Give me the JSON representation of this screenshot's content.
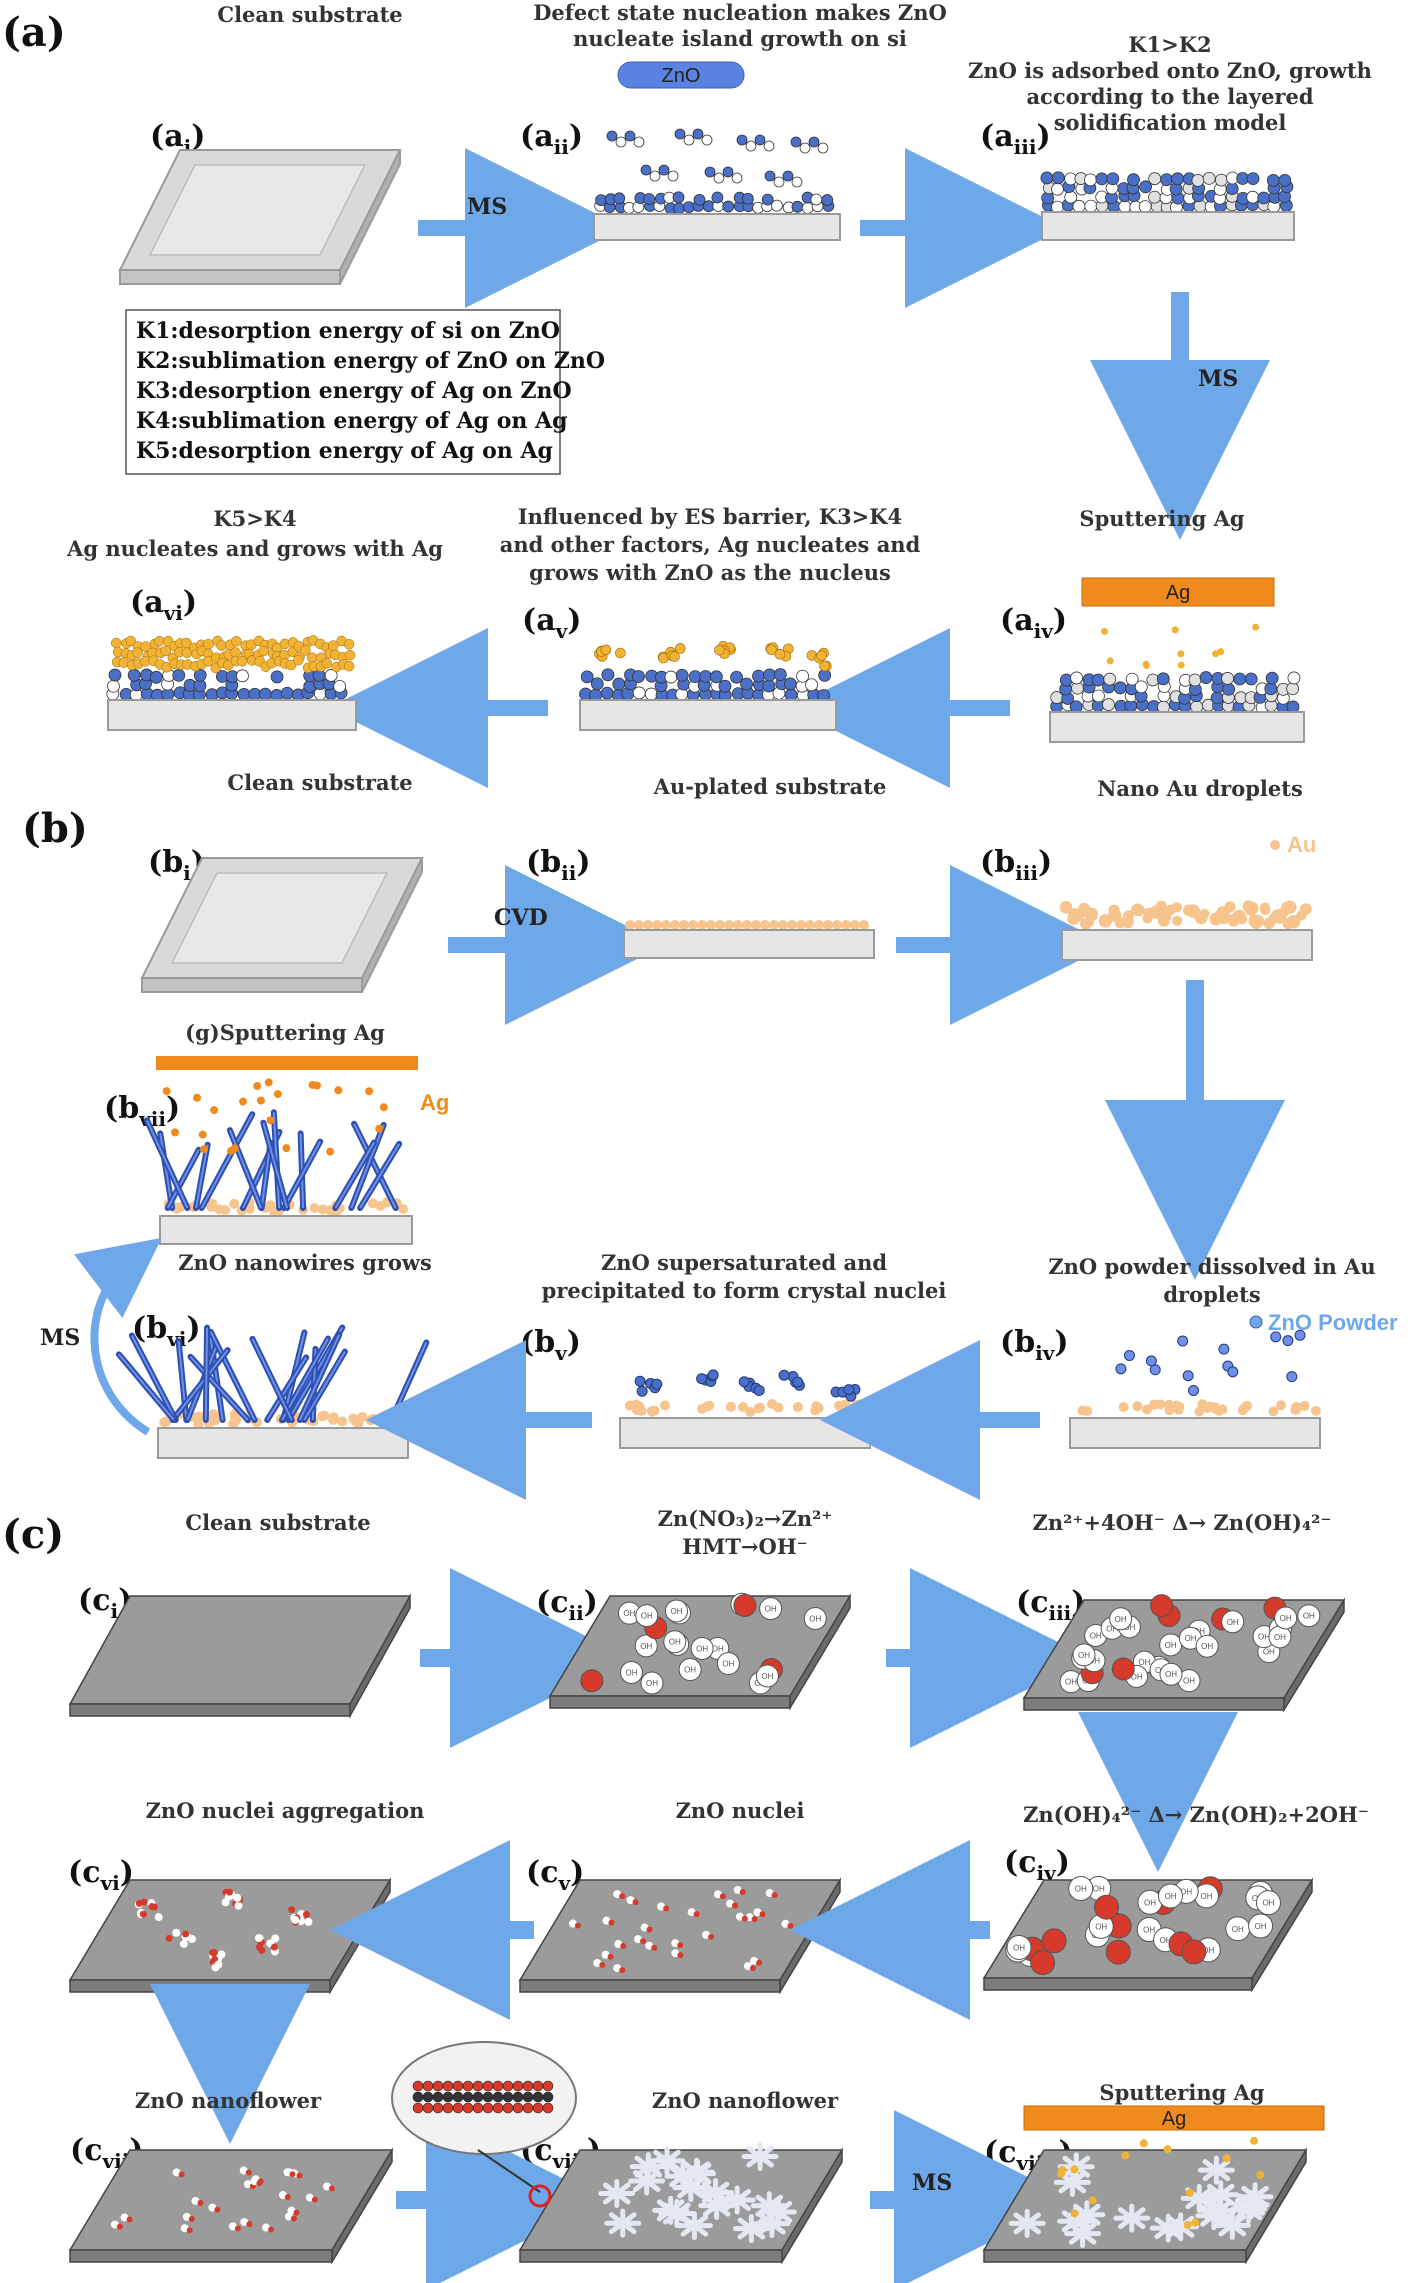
{
  "panels": {
    "a": "(a)",
    "b": "(b)",
    "c": "(c)"
  },
  "a": {
    "captions": {
      "clean_top": "Clean substrate",
      "defect_1": "Defect state nucleation makes ZnO",
      "defect_2": "nucleate island growth on si",
      "k1k2_1": "K1>K2",
      "k1k2_2": "ZnO is adsorbed onto ZnO, growth",
      "k1k2_3": "according to the layered",
      "k1k2_4": "solidification model",
      "k5k4_1": "K5>K4",
      "k5k4_2": "Ag nucleates and grows with Ag",
      "es_1": "Influenced by ES barrier, K3>K4",
      "es_2": "and other factors, Ag nucleates and",
      "es_3": "grows with ZnO as the nucleus",
      "sputter": "Sputtering Ag",
      "clean_bottom": "Clean substrate",
      "au_plated": "Au-plated substrate",
      "nano_au": "Nano Au droplets"
    },
    "labels": {
      "ai": [
        "(a",
        "i",
        ")"
      ],
      "aii": [
        "(a",
        "ii",
        ")"
      ],
      "aiii": [
        "(a",
        "iii",
        ")"
      ],
      "aiv": [
        "(a",
        "iv",
        ")"
      ],
      "av": [
        "(a",
        "v",
        ")"
      ],
      "avi": [
        "(a",
        "vi",
        ")"
      ]
    },
    "arrows": {
      "ms1": "MS",
      "ms2": "MS"
    },
    "targets": {
      "zno": "ZnO",
      "ag": "Ag"
    },
    "legend": [
      "K1:desorption energy of si on ZnO",
      "K2:sublimation energy of ZnO on ZnO",
      "K3:desorption energy of Ag on ZnO",
      "K4:sublimation energy of Ag on Ag",
      "K5:desorption energy of Ag on Ag"
    ]
  },
  "b": {
    "captions": {
      "sputter": "(g)Sputtering Ag",
      "nanowires": "ZnO nanowires grows",
      "super_1": "ZnO supersaturated and",
      "super_2": "precipitated to form crystal nuclei",
      "powder_1": "ZnO powder dissolved in Au",
      "powder_2": "droplets"
    },
    "labels": {
      "bi": [
        "(b",
        "i",
        ")"
      ],
      "bii": [
        "(b",
        "ii",
        ")"
      ],
      "biii": [
        "(b",
        "iii",
        ")"
      ],
      "biv": [
        "(b",
        "iv",
        ")"
      ],
      "bv": [
        "(b",
        "v",
        ")"
      ],
      "bvi": [
        "(b",
        "vi",
        ")"
      ],
      "bvii": [
        "(b",
        "vii",
        ")"
      ]
    },
    "arrows": {
      "cvd": "CVD",
      "ms": "MS"
    },
    "legend": {
      "au": "Au",
      "ag": "Ag",
      "zno_powder": "ZnO Powder"
    }
  },
  "c": {
    "captions": {
      "clean": "Clean substrate",
      "eq1_1": "Zn(NO₃)₂→Zn²⁺",
      "eq1_2": "HMT→OH⁻",
      "eq2": "Zn²⁺+4OH⁻ Δ→ Zn(OH)₄²⁻",
      "eq3": "Zn(OH)₄²⁻ Δ→ Zn(OH)₂+2OH⁻",
      "aggregation": "ZnO nuclei aggregation",
      "nuclei": "ZnO nuclei",
      "flower1": "ZnO nanoflower",
      "flower2": "ZnO nanoflower",
      "sputter": "Sputtering Ag"
    },
    "labels": {
      "ci": [
        "(c",
        "i",
        ")"
      ],
      "cii": [
        "(c",
        "ii",
        ")"
      ],
      "ciii": [
        "(c",
        "iii",
        ")"
      ],
      "civ": [
        "(c",
        "iv",
        ")"
      ],
      "cv": [
        "(c",
        "v",
        ")"
      ],
      "cvi": [
        "(c",
        "vi",
        ")"
      ],
      "cvii": [
        "(c",
        "vii",
        ")"
      ],
      "cviii": [
        "(c",
        "viii",
        ")"
      ],
      "cviiii": [
        "(c",
        "viiii",
        ")"
      ]
    },
    "arrows": {
      "ms": "MS"
    },
    "targets": {
      "ag": "Ag"
    },
    "ion_label": "OH"
  },
  "colors": {
    "arrow": "#6fa8e8",
    "substrate_face": "#e6e6e6",
    "substrate_edge": "#9a9a9a",
    "zno_blue": "#4a6fc7",
    "ag_orange": "#f08a1c",
    "au_peach": "#f7c48e",
    "ag_gold": "#f2b233",
    "oxygen_red": "#d63a2a",
    "plate_gray": "#9b9b9b"
  }
}
